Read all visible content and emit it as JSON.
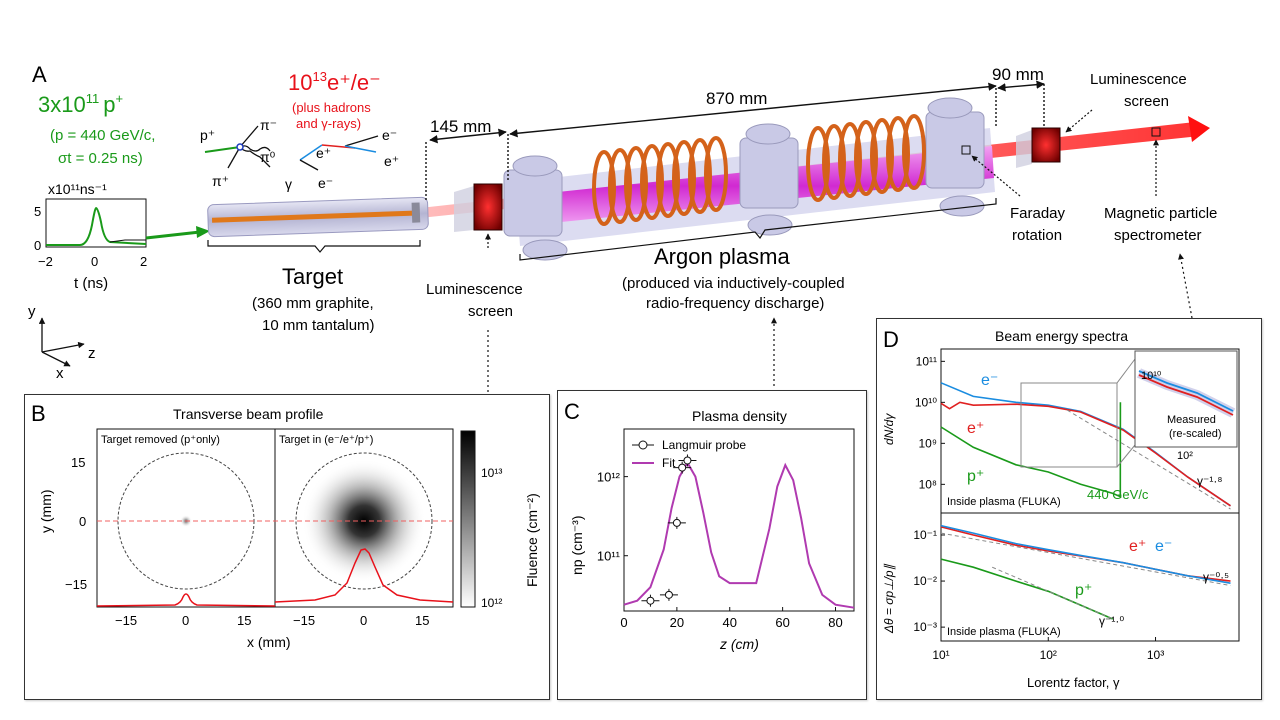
{
  "colors": {
    "proton_green": "#1a9a1a",
    "lepton_red": "#e8111a",
    "electron_blue": "#1a8ce0",
    "positron_red": "#e02020",
    "plasma_magenta": "#e040e0",
    "coil_orange": "#d4621a",
    "fit_purple": "#b03ab0",
    "chamber_lavender": "#c9c9e6"
  },
  "panel_a": {
    "letter": "A",
    "proton_count_base": "3x10",
    "proton_count_exp": "11",
    "proton_count_species": "p",
    "proton_count_sup": "+",
    "proton_momentum": "(p = 440 GeV/c,",
    "proton_duration": "σt = 0.25 ns)",
    "lepton_base": "10",
    "lepton_exp": "13",
    "lepton_species": "e⁺/e⁻",
    "hadrons_line1": "(plus hadrons",
    "hadrons_line2": "and γ-rays)",
    "pulse_unit": "x10¹¹ns⁻¹",
    "pulse_y_ticks": [
      "5",
      "0"
    ],
    "pulse_x_ticks": [
      "−2",
      "0",
      "2"
    ],
    "pulse_xlabel": "t (ns)",
    "particles": [
      "p⁺",
      "π⁻",
      "π⁰",
      "π⁺",
      "γ",
      "e⁺",
      "e⁻",
      "e⁻",
      "e⁺"
    ],
    "dist_145": "145 mm",
    "dist_870": "870 mm",
    "dist_90": "90 mm",
    "target_label": "Target",
    "target_detail_1": "(360 mm graphite,",
    "target_detail_2": "10 mm tantalum)",
    "lum_screen_1_line1": "Luminescence",
    "lum_screen_1_line2": "screen",
    "lum_screen_2_line1": "Luminescence",
    "lum_screen_2_line2": "screen",
    "plasma_label": "Argon plasma",
    "plasma_detail_1": "(produced via inductively-coupled",
    "plasma_detail_2": "radio-frequency discharge)",
    "faraday_line1": "Faraday",
    "faraday_line2": "rotation",
    "spectrometer_line1": "Magnetic particle",
    "spectrometer_line2": "spectrometer",
    "axes": [
      "y",
      "z",
      "x"
    ]
  },
  "panel_b": {
    "letter": "B",
    "title": "Transverse beam profile",
    "sub_left": "Target removed (p⁺only)",
    "sub_right": "Target in (e⁻/e⁺/p⁺)",
    "ylabel": "y (mm)",
    "xlabel": "x (mm)",
    "y_ticks": [
      "15",
      "0",
      "−15"
    ],
    "x_ticks": [
      "−15",
      "0",
      "15",
      "−15",
      "0",
      "15"
    ],
    "cbar_label": "Fluence (cm⁻²)",
    "cbar_ticks": [
      "10¹³",
      "10¹²"
    ]
  },
  "panel_c": {
    "letter": "C",
    "title": "Plasma density",
    "ylabel": "np (cm⁻³)",
    "xlabel": "z (cm)",
    "legend_probe": "Langmuir probe",
    "legend_fit": "Fit",
    "y_ticks": [
      "10¹²",
      "10¹¹"
    ],
    "x_ticks": [
      "0",
      "20",
      "40",
      "60",
      "80"
    ]
  },
  "panel_d": {
    "letter": "D",
    "title": "Beam energy spectra",
    "top_ylabel": "dN/dγ",
    "top_y_ticks": [
      "10¹¹",
      "10¹⁰",
      "10⁹",
      "10⁸"
    ],
    "top_note": "Inside plasma (FLUKA)",
    "top_e_minus": "e⁻",
    "top_e_plus": "e⁺",
    "top_p_plus": "p⁺",
    "top_peak": "440 GeV/c",
    "top_slope": "γ⁻¹·⁸",
    "inset_tick_y": "10¹⁰",
    "inset_tick_x": "10²",
    "inset_note_1": "Measured",
    "inset_note_2": "(re-scaled)",
    "bot_ylabel": "Δθ = σp⊥/p∥",
    "bot_y_ticks": [
      "10⁻¹",
      "10⁻²",
      "10⁻³"
    ],
    "bot_note": "Inside plasma (FLUKA)",
    "bot_e_plus": "e⁺",
    "bot_e_minus": "e⁻",
    "bot_p_plus": "p⁺",
    "bot_slope_1": "γ⁻⁰·⁵",
    "bot_slope_2": "γ⁻¹·⁰",
    "x_ticks": [
      "10¹",
      "10²",
      "10³"
    ],
    "xlabel": "Lorentz factor, γ"
  },
  "chart_data": [
    {
      "type": "line",
      "panel": "C",
      "title": "Plasma density",
      "xlabel": "z (cm)",
      "ylabel": "np (cm⁻³)",
      "xlim": [
        0,
        87
      ],
      "ylim": [
        20000000000.0,
        4000000000000.0
      ],
      "yscale": "log",
      "series": [
        {
          "name": "Langmuir probe",
          "kind": "points",
          "x": [
            10,
            17,
            20,
            22,
            24
          ],
          "y": [
            27000000000.0,
            32000000000.0,
            260000000000.0,
            1300000000000.0,
            1600000000000.0
          ]
        },
        {
          "name": "Fit",
          "kind": "line",
          "x": [
            0,
            5,
            10,
            15,
            18,
            21,
            24,
            27,
            30,
            33,
            36,
            40,
            45,
            50,
            55,
            58,
            61,
            64,
            67,
            70,
            75,
            80,
            87
          ],
          "y": [
            24000000000.0,
            27000000000.0,
            40000000000.0,
            120000000000.0,
            400000000000.0,
            1000000000000.0,
            1500000000000.0,
            1000000000000.0,
            350000000000.0,
            110000000000.0,
            55000000000.0,
            45000000000.0,
            45000000000.0,
            45000000000.0,
            220000000000.0,
            750000000000.0,
            1400000000000.0,
            900000000000.0,
            300000000000.0,
            80000000000.0,
            32000000000.0,
            24000000000.0,
            22000000000.0
          ]
        }
      ]
    },
    {
      "type": "line",
      "panel": "D-top",
      "ylabel": "dN/dγ",
      "xlabel": "Lorentz factor, γ",
      "xscale": "log",
      "yscale": "log",
      "xlim": [
        10,
        6000
      ],
      "ylim": [
        20000000.0,
        200000000000.0
      ],
      "series": [
        {
          "name": "e⁻",
          "x": [
            10,
            20,
            50,
            100,
            200,
            500,
            1000,
            2000,
            5000
          ],
          "y": [
            30000000000.0,
            14000000000.0,
            10000000000.0,
            8500000000.0,
            6000000000.0,
            2200000000.0,
            600000000.0,
            150000000.0,
            30000000.0
          ]
        },
        {
          "name": "e⁺",
          "x": [
            10,
            12,
            15,
            20,
            50,
            100,
            200,
            500,
            1000,
            2000,
            5000
          ],
          "y": [
            9500000000.0,
            7000000000.0,
            10000000000.0,
            8500000000.0,
            9000000000.0,
            8000000000.0,
            5800000000.0,
            2100000000.0,
            580000000.0,
            150000000.0,
            30000000.0
          ]
        },
        {
          "name": "p⁺",
          "x": [
            10,
            20,
            50,
            100,
            200,
            400,
            469,
            470
          ],
          "y": [
            2500000000.0,
            800000000.0,
            300000000.0,
            200000000.0,
            100000000.0,
            60000000.0,
            50000000.0,
            10000000000.0
          ]
        }
      ]
    },
    {
      "type": "line",
      "panel": "D-bottom",
      "ylabel": "Δθ = σp⊥/p∥",
      "xlabel": "Lorentz factor, γ",
      "xscale": "log",
      "yscale": "log",
      "xlim": [
        10,
        6000
      ],
      "ylim": [
        0.0005,
        0.3
      ],
      "series": [
        {
          "name": "e⁺",
          "x": [
            10,
            20,
            50,
            100,
            200,
            500,
            1000,
            2000,
            5000
          ],
          "y": [
            0.15,
            0.1,
            0.06,
            0.045,
            0.035,
            0.025,
            0.018,
            0.013,
            0.01
          ]
        },
        {
          "name": "e⁻",
          "x": [
            10,
            20,
            50,
            100,
            200,
            500,
            1000,
            2000,
            5000
          ],
          "y": [
            0.16,
            0.11,
            0.065,
            0.048,
            0.036,
            0.025,
            0.018,
            0.013,
            0.009
          ]
        },
        {
          "name": "p⁺",
          "x": [
            10,
            20,
            50,
            100,
            200,
            400
          ],
          "y": [
            0.03,
            0.02,
            0.01,
            0.006,
            0.003,
            0.0015
          ]
        }
      ]
    }
  ]
}
